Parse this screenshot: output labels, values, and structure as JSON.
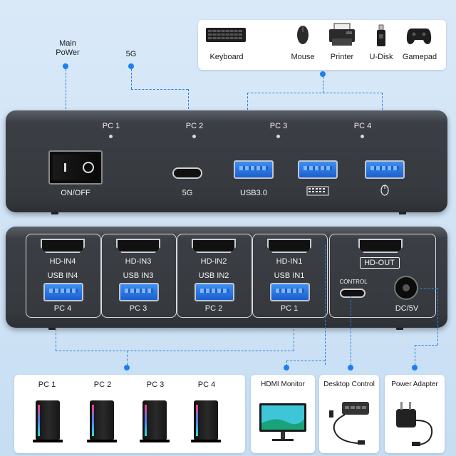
{
  "top_labels": {
    "main_power": "Main\nPoWer",
    "five_g": "5G"
  },
  "peripherals": [
    {
      "label": "Keyboard",
      "icon": "keyboard-icon"
    },
    {
      "label": "Mouse",
      "icon": "mouse-icon"
    },
    {
      "label": "Printer",
      "icon": "printer-icon"
    },
    {
      "label": "U-Disk",
      "icon": "usb-drive-icon"
    },
    {
      "label": "Gamepad",
      "icon": "gamepad-icon"
    }
  ],
  "front_panel": {
    "pc_labels": [
      "PC 1",
      "PC 2",
      "PC 3",
      "PC 4"
    ],
    "switch_label": "ON/OFF",
    "typec_label": "5G",
    "usb3_label": "USB3.0"
  },
  "rear_panel": {
    "groups": [
      {
        "hd": "HD-IN4",
        "usb": "USB IN4",
        "pc": "PC 4"
      },
      {
        "hd": "HD-IN3",
        "usb": "USB IN3",
        "pc": "PC 3"
      },
      {
        "hd": "HD-IN2",
        "usb": "USB IN2",
        "pc": "PC 2"
      },
      {
        "hd": "HD-IN1",
        "usb": "USB IN1",
        "pc": "PC 1"
      }
    ],
    "hd_out": "HD-OUT",
    "control": "CONTROL",
    "dc": "DC/5V"
  },
  "bottom_cards": {
    "pcs": [
      "PC 1",
      "PC 2",
      "PC 3",
      "PC 4"
    ],
    "monitor": "HDMI Monitor",
    "desktop_control": "Desktop Control",
    "power_adapter": "Power Adapter"
  },
  "colors": {
    "accent": "#1d7ff0",
    "panel": "#36393e",
    "usb_blue": "#2a6fe0",
    "background": "#d3e6f7"
  }
}
